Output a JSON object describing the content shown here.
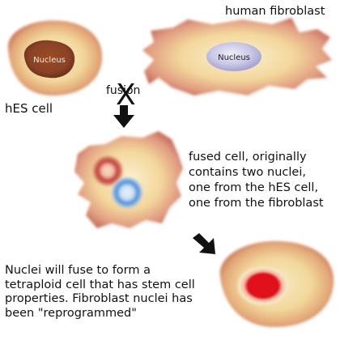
{
  "labels": {
    "human_fibroblast": "human fibroblast",
    "fusion": "fusion",
    "cross": "X",
    "hes_cell": "hES cell",
    "hes_nucleus": "Nucleus",
    "fibroblast_nucleus": "Nucleus",
    "fused_cell": "fused cell, originally\ncontains two nuclei,\none from the hES cell,\none from the fibroblast",
    "result": "Nuclei will fuse to form a\ntetraploid cell that has stem cell\nproperties.  Fibroblast nuclei has\nbeen \"reprogrammed\""
  },
  "colors": {
    "cell_body": "#f2d79a",
    "cell_edge": "#c9745a",
    "hes_nucleus": "#8b4326",
    "fibroblast_nucleus": "#c9c8e6",
    "fused_nucleus_red": "#c23a34",
    "fused_nucleus_blue": "#4c8fd6",
    "final_nucleus": "#e0111b",
    "arrow": "#111111"
  }
}
